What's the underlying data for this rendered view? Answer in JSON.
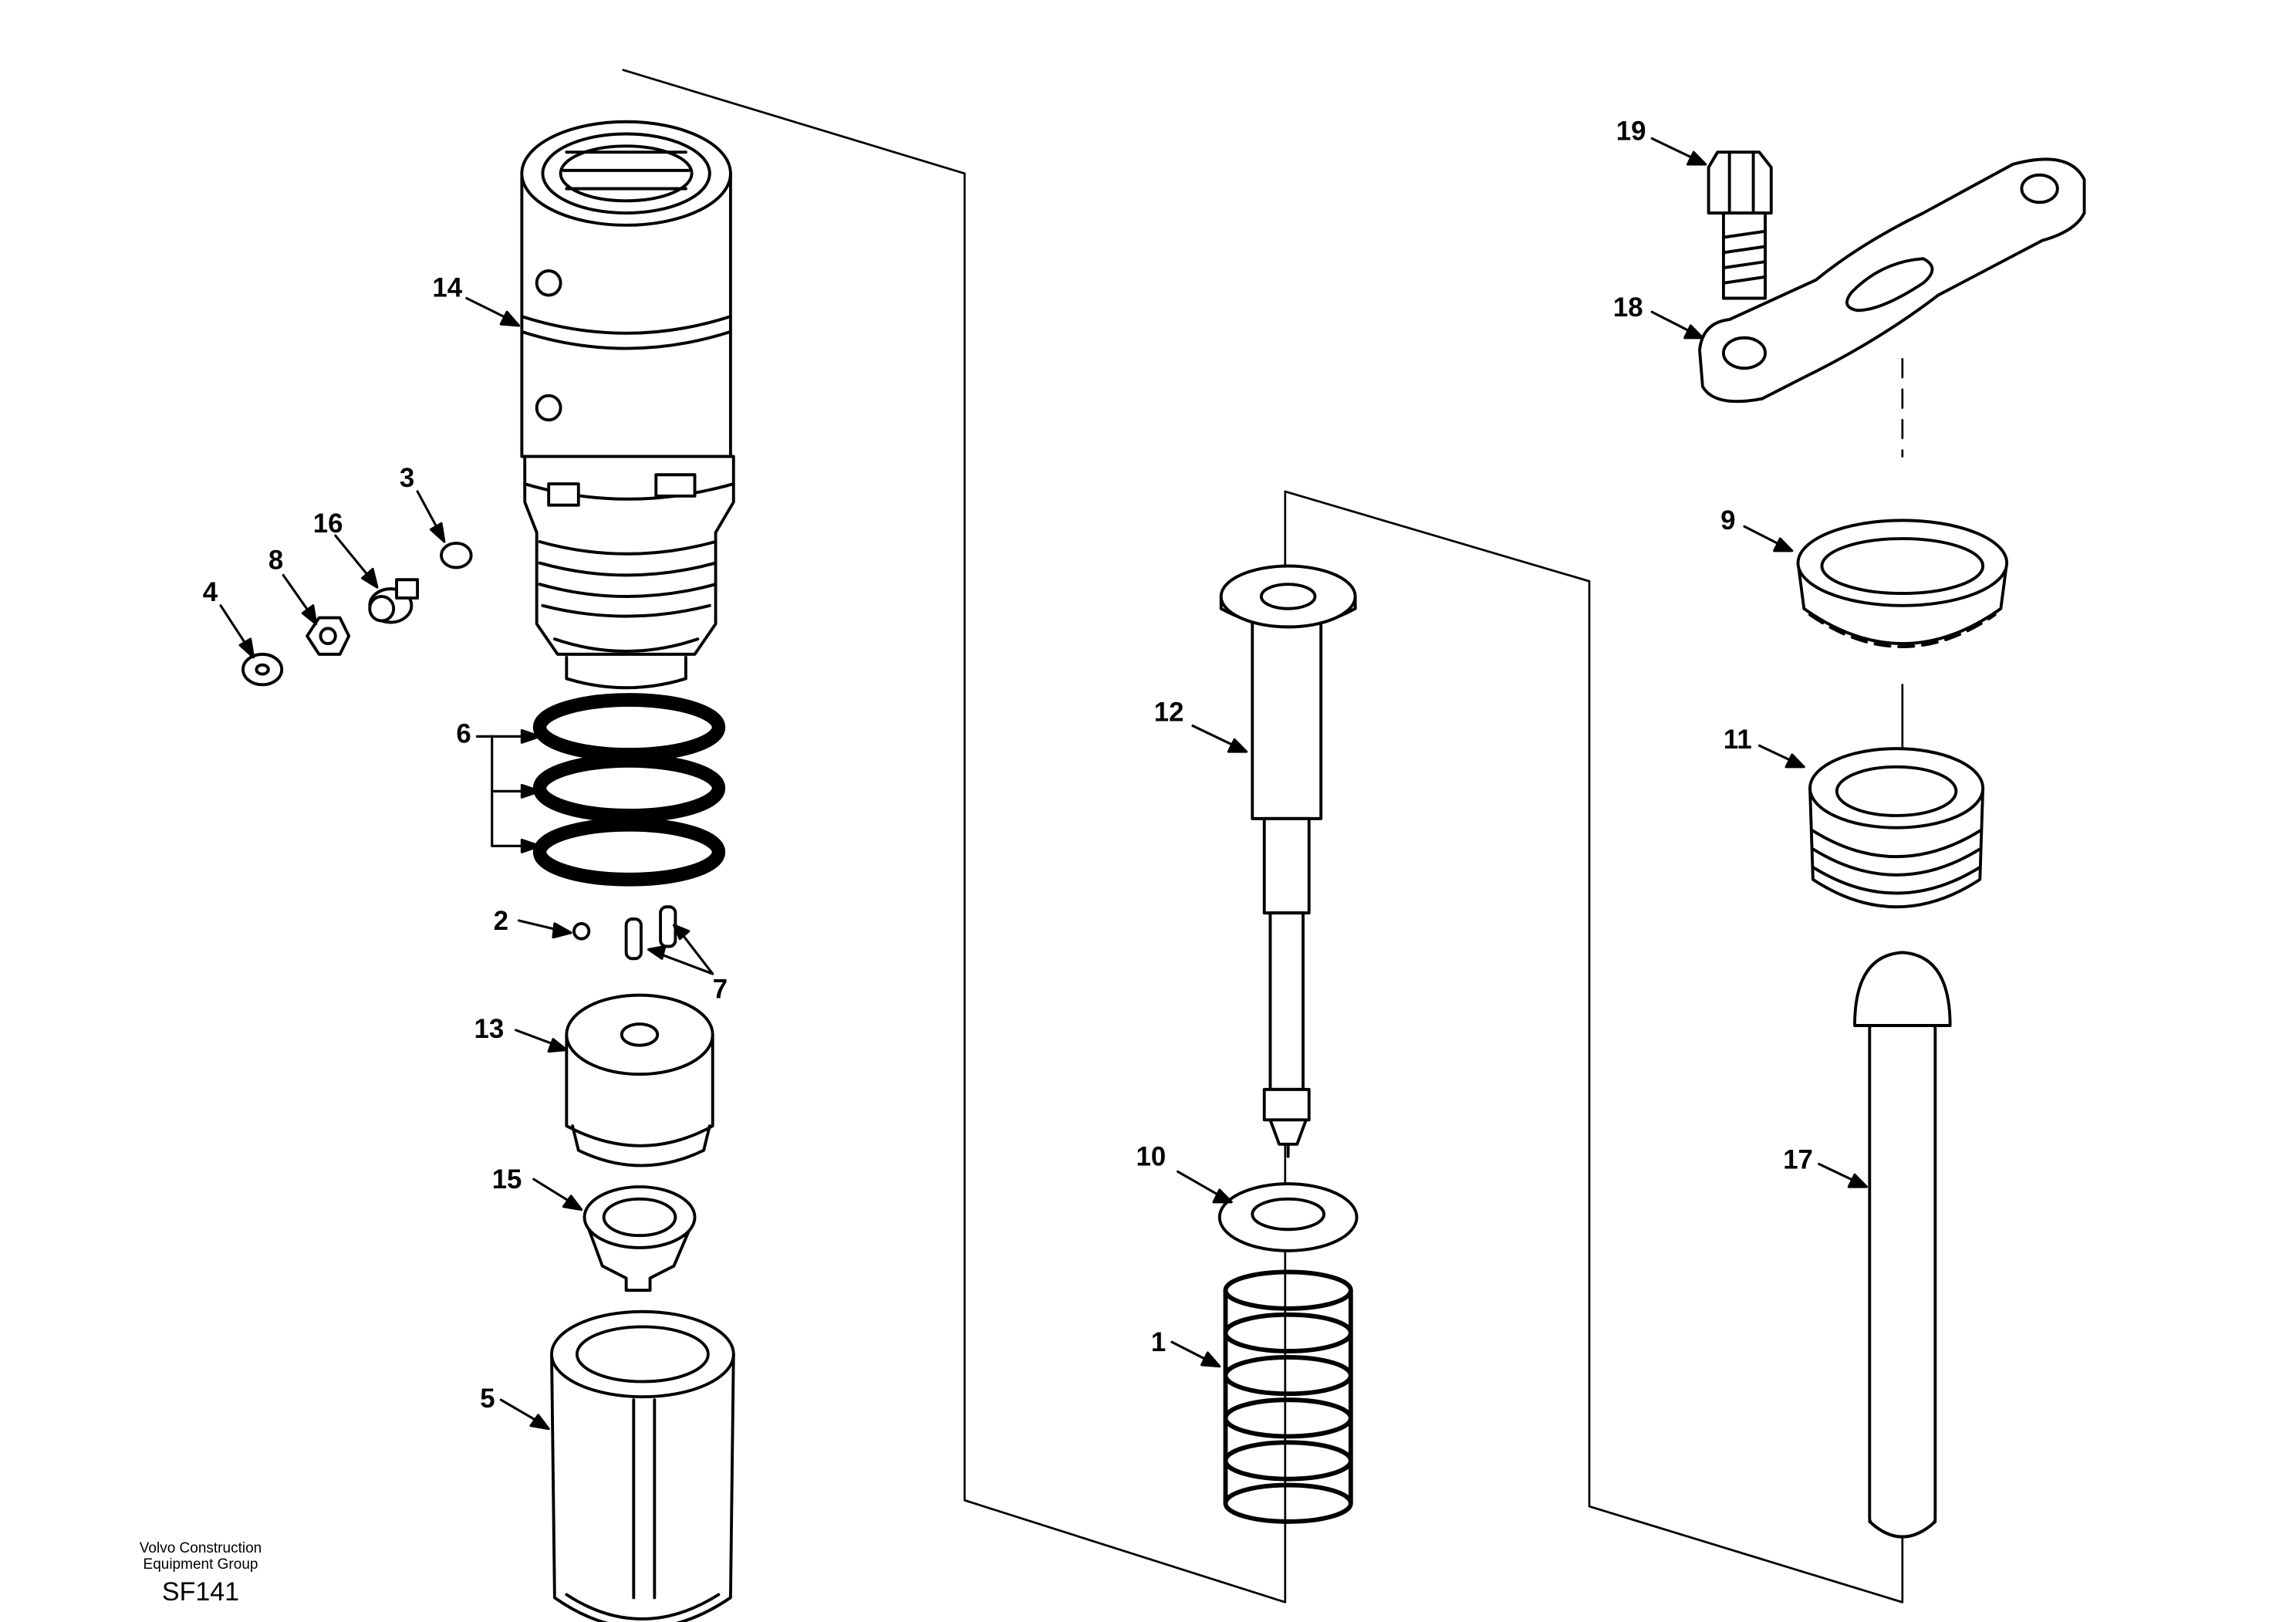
{
  "diagram": {
    "callouts": [
      "1",
      "2",
      "3",
      "4",
      "5",
      "6",
      "7",
      "8",
      "9",
      "10",
      "11",
      "12",
      "13",
      "14",
      "15",
      "16",
      "17",
      "18",
      "19"
    ]
  },
  "footer": {
    "company_line1": "Volvo Construction",
    "company_line2": "Equipment Group",
    "code": "SF141"
  },
  "colors": {
    "ink": "#000000",
    "paper": "#ffffff"
  }
}
